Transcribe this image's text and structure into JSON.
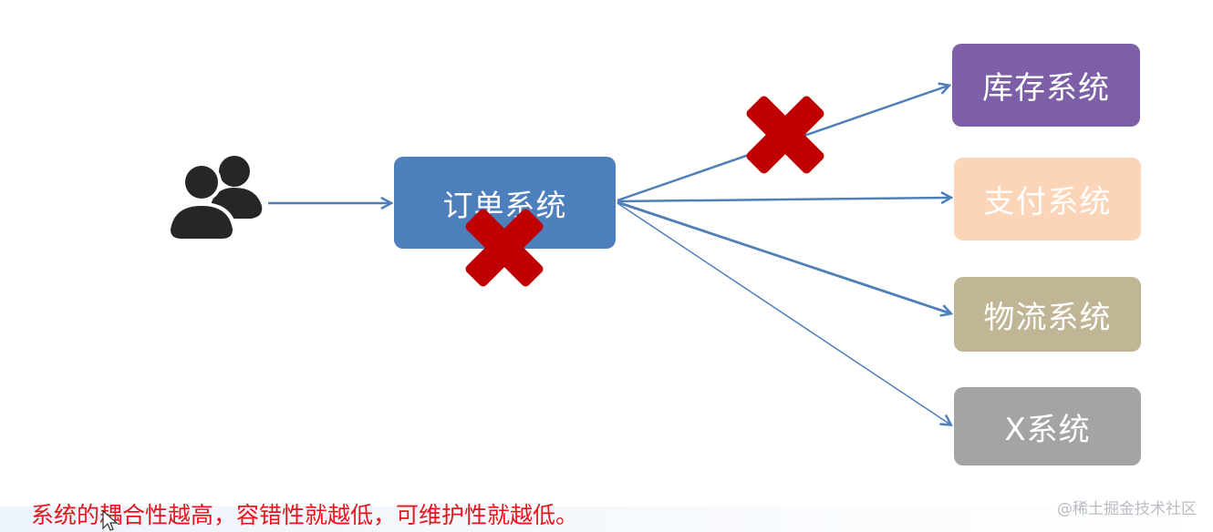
{
  "nodes": {
    "order": "订单系统",
    "inventory": "库存系统",
    "payment": "支付系统",
    "logistics": "物流系统",
    "x": "X系统"
  },
  "caption": "系统的耦合性越高，容错性就越低，可维护性就越低。",
  "watermark": "@稀土掘金技术社区",
  "colors": {
    "order": "#4e7fbd",
    "inventory": "#7c5fa6",
    "payment": "#fcd5b8",
    "logistics": "#c0b595",
    "x": "#a4a4a4",
    "arrow": "#4f7fb8",
    "cross": "#c00000",
    "caption": "#e8141b",
    "users_icon": "#262626"
  },
  "icons": {
    "users": "users-icon",
    "failure": "x-mark-icon"
  }
}
